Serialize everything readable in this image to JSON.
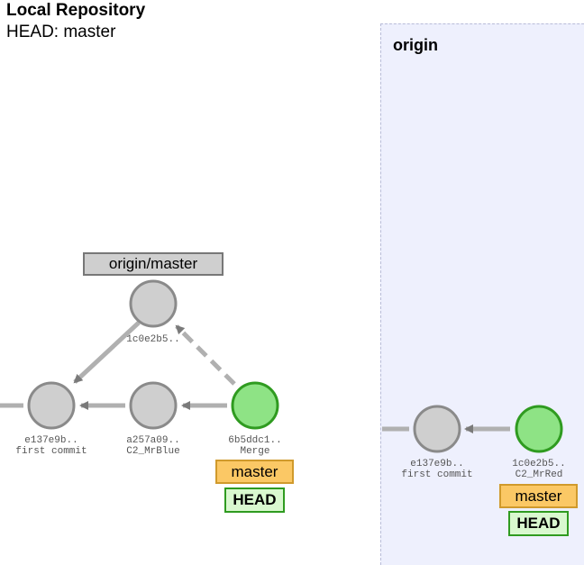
{
  "local": {
    "title": "Local Repository",
    "head_status": "HEAD: master",
    "commits": [
      {
        "hash": "e137e9b..",
        "message": "first commit"
      },
      {
        "hash": "a257a09..",
        "message": "C2_MrBlue"
      },
      {
        "hash": "6b5ddc1..",
        "message": "Merge"
      },
      {
        "hash": "1c0e2b5..",
        "message": ""
      }
    ],
    "tracking_branch": "origin/master",
    "branch": "master",
    "head": "HEAD"
  },
  "remote": {
    "title": "origin",
    "commits": [
      {
        "hash": "e137e9b..",
        "message": "first commit"
      },
      {
        "hash": "1c0e2b5..",
        "message": "C2_MrRed"
      }
    ],
    "branch": "master",
    "head": "HEAD"
  },
  "colors": {
    "commit_fill": "#cfcfcf",
    "commit_stroke": "#8a8a8a",
    "head_commit_fill": "#8ee385",
    "head_commit_stroke": "#2f9b20",
    "edge": "#b0b0b0",
    "arrow": "#7a7a7a"
  }
}
